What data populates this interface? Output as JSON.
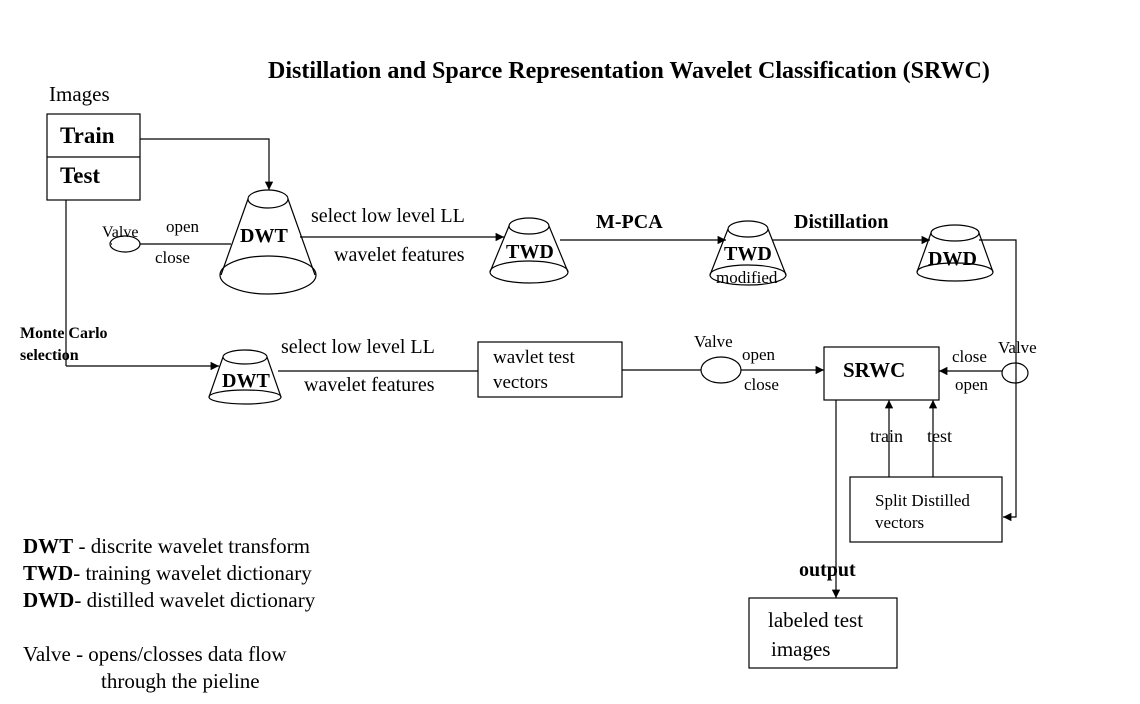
{
  "title": "Distillation and Sparce Representation Wavelet Classification (SRWC)",
  "images_label": "Images",
  "train_label": "Train",
  "test_label": "Test",
  "valve_top": {
    "name": "Valve",
    "open": "open",
    "close": "close"
  },
  "dwt_top": "DWT",
  "edge_top_1": "select low level LL",
  "edge_top_2": "wavelet features",
  "twd": "TWD",
  "mpca": "M-PCA",
  "twd_mod": "TWD",
  "twd_mod_sub": "modified",
  "distillation": "Distillation",
  "dwd": "DWD",
  "monte_carlo_1": "Monte Carlo",
  "monte_carlo_2": "selection",
  "dwt_bottom": "DWT",
  "edge_bottom_1": "select low level LL",
  "edge_bottom_2": "wavelet features",
  "wavlet_test_1": "wavlet test",
  "wavlet_test_2": "vectors",
  "valve_mid": {
    "name": "Valve",
    "open": "open",
    "close": "close"
  },
  "srwc": "SRWC",
  "valve_right": {
    "name": "Valve",
    "open": "open",
    "close": "close"
  },
  "train_arrow": "train",
  "test_arrow": "test",
  "split_1": "Split Distilled",
  "split_2": "vectors",
  "output": "output",
  "labeled_1": "labeled test",
  "labeled_2": "images",
  "legend": [
    {
      "abbr": "DWT",
      "sep": " - ",
      "desc": "discrite wavelet transform"
    },
    {
      "abbr": "TWD",
      "sep": "- ",
      "desc": "training wavelet dictionary"
    },
    {
      "abbr": "DWD",
      "sep": "- ",
      "desc": "distilled wavelet dictionary"
    }
  ],
  "valve_note_1": "Valve - opens/closses data flow",
  "valve_note_2": "through the pieline"
}
